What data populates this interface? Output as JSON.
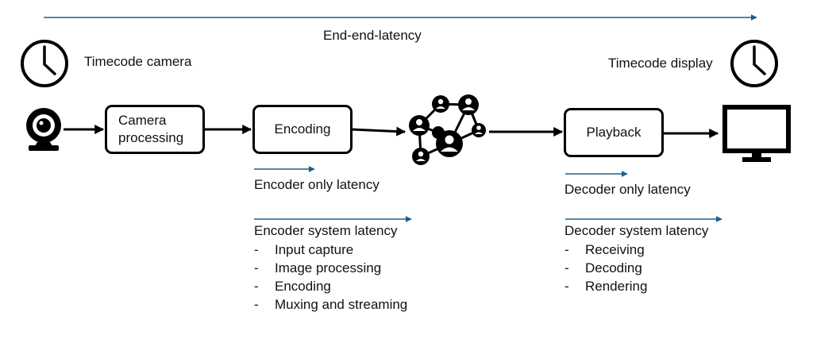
{
  "colors": {
    "arrow_blue": "#1f5f8b",
    "black": "#000000"
  },
  "end_to_end_label": "End-end-latency",
  "timecode_camera_label": "Timecode camera",
  "timecode_display_label": "Timecode display",
  "boxes": {
    "camera_processing": "Camera processing",
    "encoding": "Encoding",
    "playback": "Playback"
  },
  "icons": [
    "clock-icon",
    "webcam-icon",
    "network-icon",
    "monitor-icon"
  ],
  "encoder_only_label": "Encoder only latency",
  "decoder_only_label": "Decoder only latency",
  "encoder_system": {
    "title": "Encoder system latency",
    "items": [
      "Input capture",
      "Image processing",
      "Encoding",
      "Muxing and streaming"
    ]
  },
  "decoder_system": {
    "title": "Decoder system latency",
    "items": [
      "Receiving",
      "Decoding",
      "Rendering"
    ]
  },
  "bullet": "-"
}
